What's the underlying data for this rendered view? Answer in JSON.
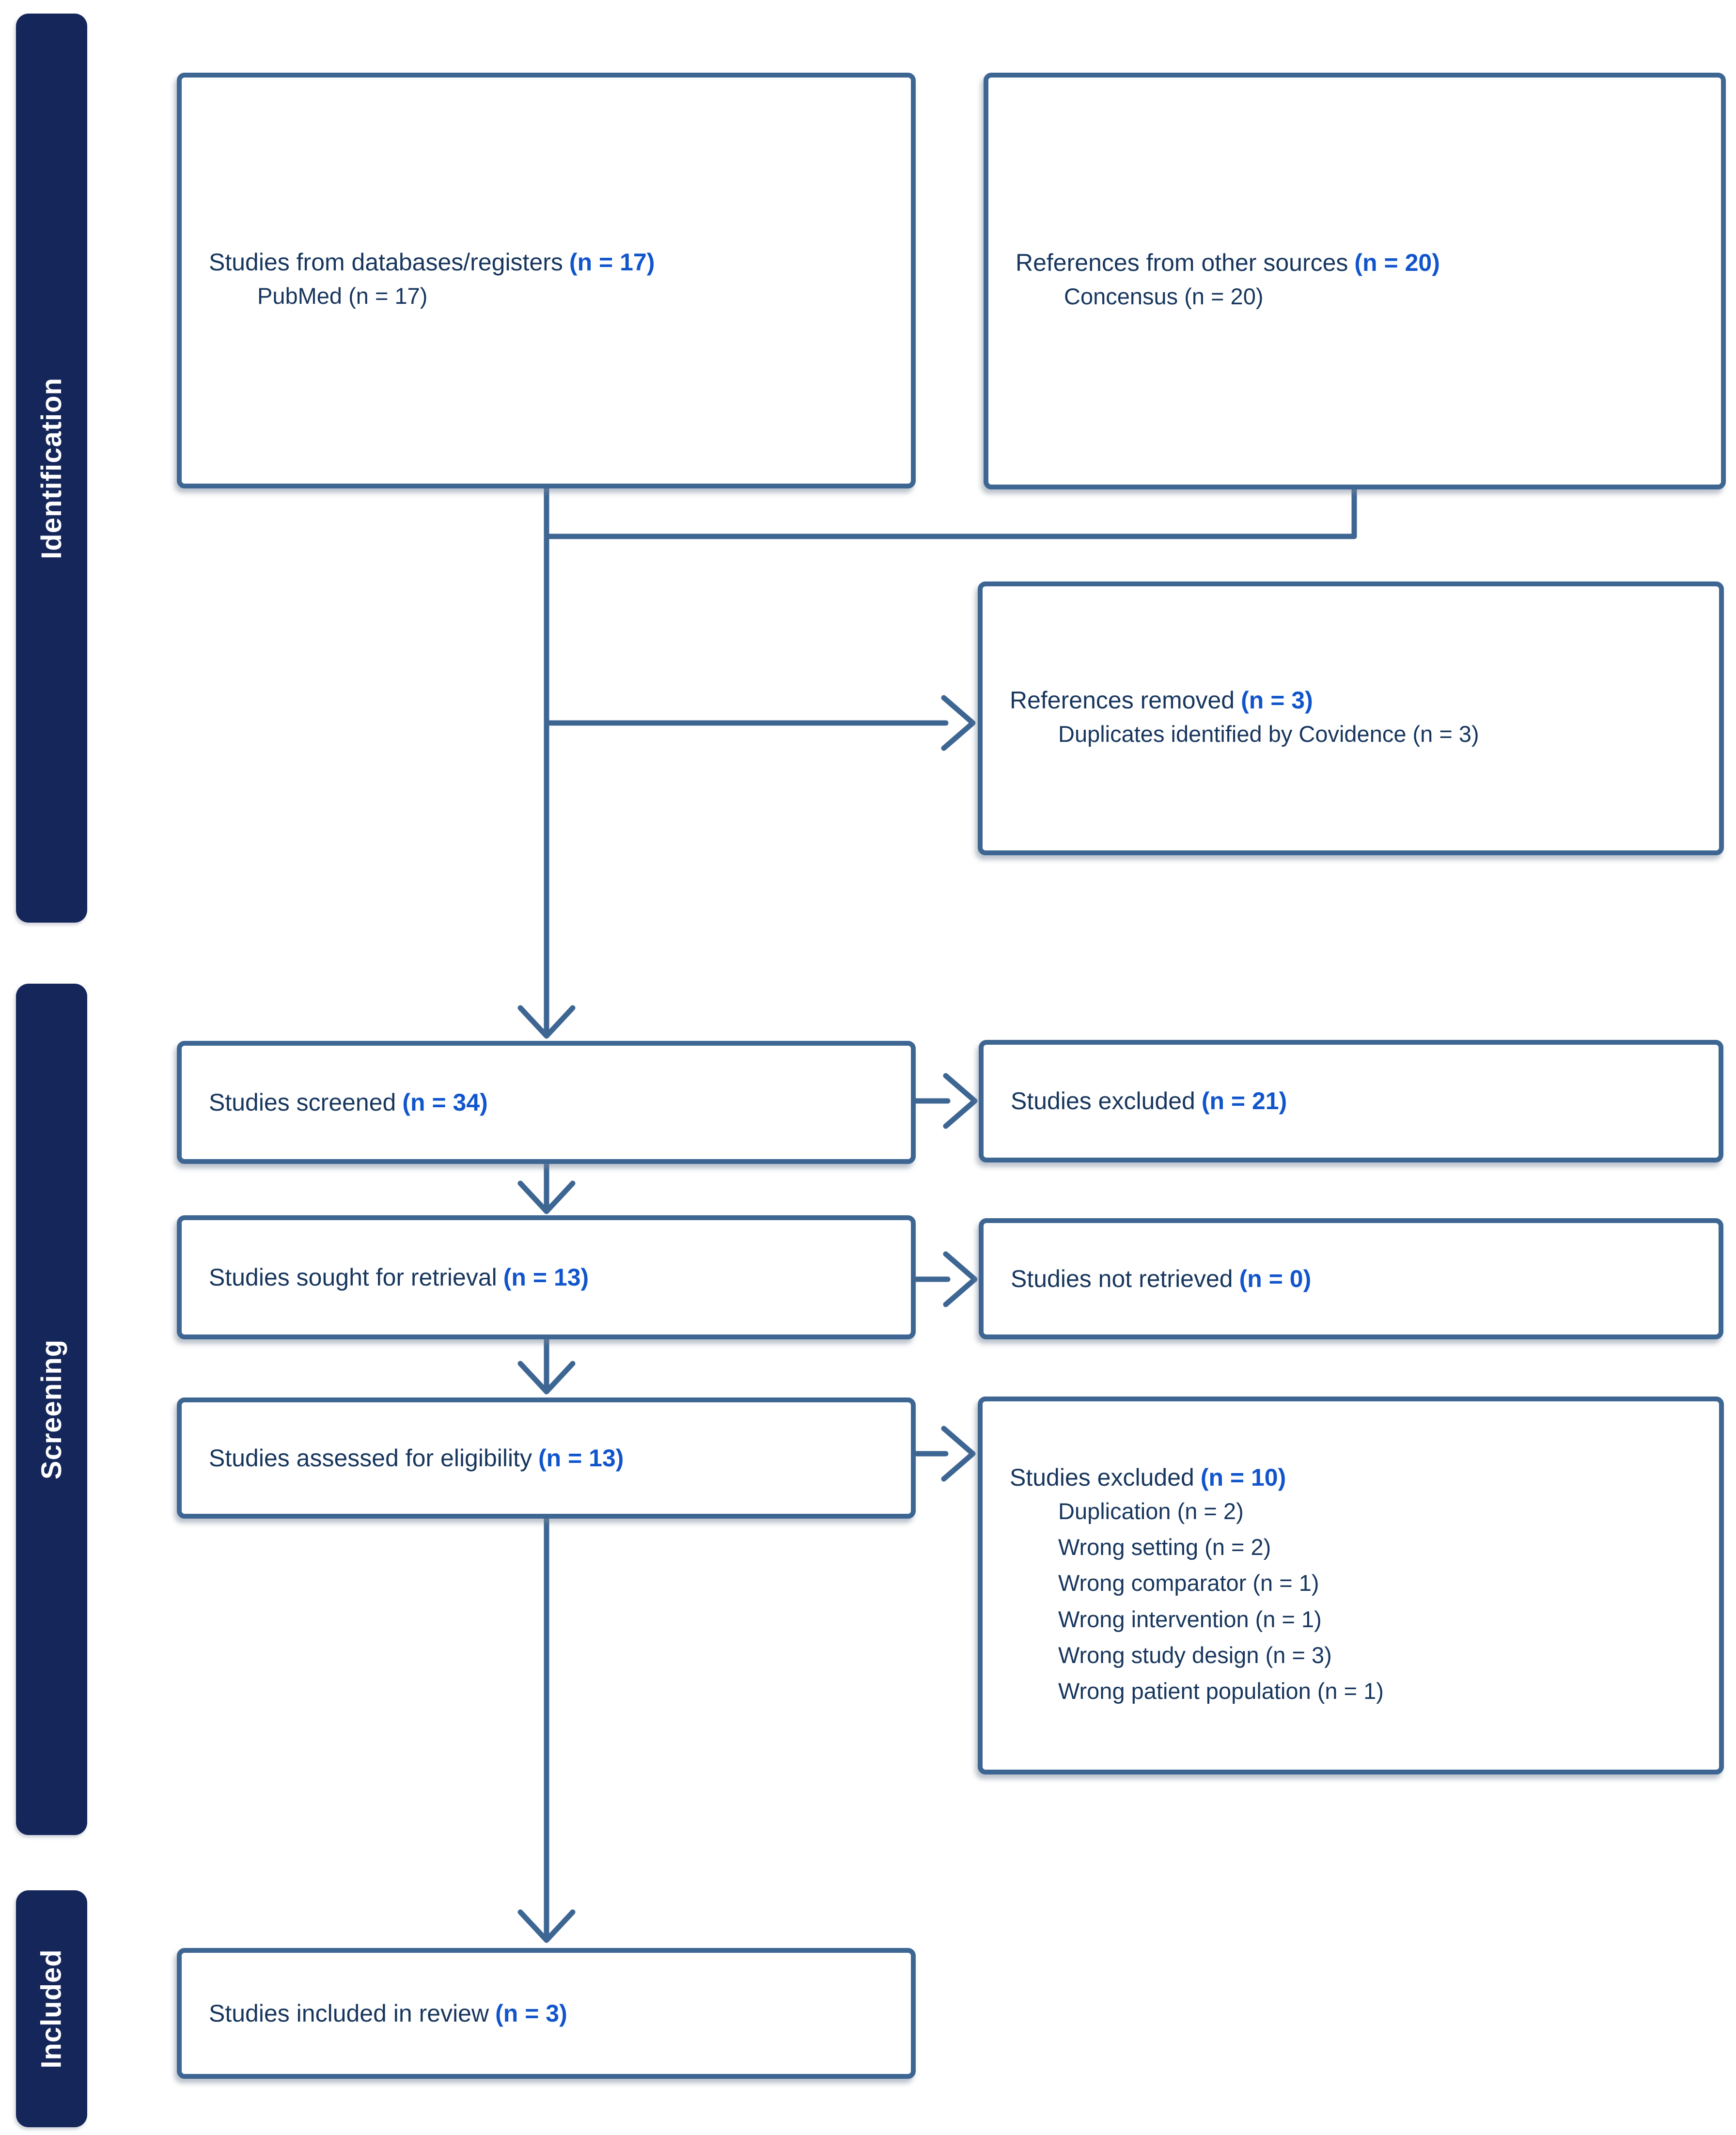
{
  "figure": {
    "type": "prisma-flow-diagram"
  },
  "colors": {
    "box_border": "#3E6693",
    "arrow": "#3E6693",
    "text_navy": "#17365D",
    "count_blue": "#1155CC",
    "stage_bar_fill": "#15265B",
    "stage_bar_text": "#FFFFFF",
    "background": "#FFFFFF"
  },
  "sidebar": {
    "labels": [
      "Identification",
      "Screening",
      "Included"
    ]
  },
  "boxes": {
    "databases": {
      "title": "Studies from databases/registers",
      "count": "(n = 17)",
      "subs": [
        "PubMed (n = 17)"
      ]
    },
    "other_sources": {
      "title": "References from other sources",
      "count": "(n = 20)",
      "subs": [
        "Concensus (n = 20)"
      ]
    },
    "references_removed": {
      "title": "References removed",
      "count": "(n = 3)",
      "subs": [
        "Duplicates identified by Covidence (n = 3)"
      ]
    },
    "screened": {
      "title": "Studies screened",
      "count": "(n = 34)"
    },
    "excluded_screened": {
      "title": "Studies excluded",
      "count": "(n = 21)"
    },
    "sought": {
      "title": "Studies sought for retrieval",
      "count": "(n = 13)"
    },
    "not_retrieved": {
      "title": "Studies not retrieved",
      "count": "(n = 0)"
    },
    "assessed": {
      "title": "Studies assessed for eligibility",
      "count": "(n = 13)"
    },
    "excluded_assessed": {
      "title": "Studies excluded",
      "count": "(n = 10)",
      "subs": [
        "Duplication (n = 2)",
        "Wrong setting (n = 2)",
        "Wrong comparator (n = 1)",
        "Wrong intervention (n = 1)",
        "Wrong study design (n = 3)",
        "Wrong patient population (n = 1)"
      ]
    },
    "included": {
      "title": "Studies included in review",
      "count": "(n = 3)"
    }
  }
}
